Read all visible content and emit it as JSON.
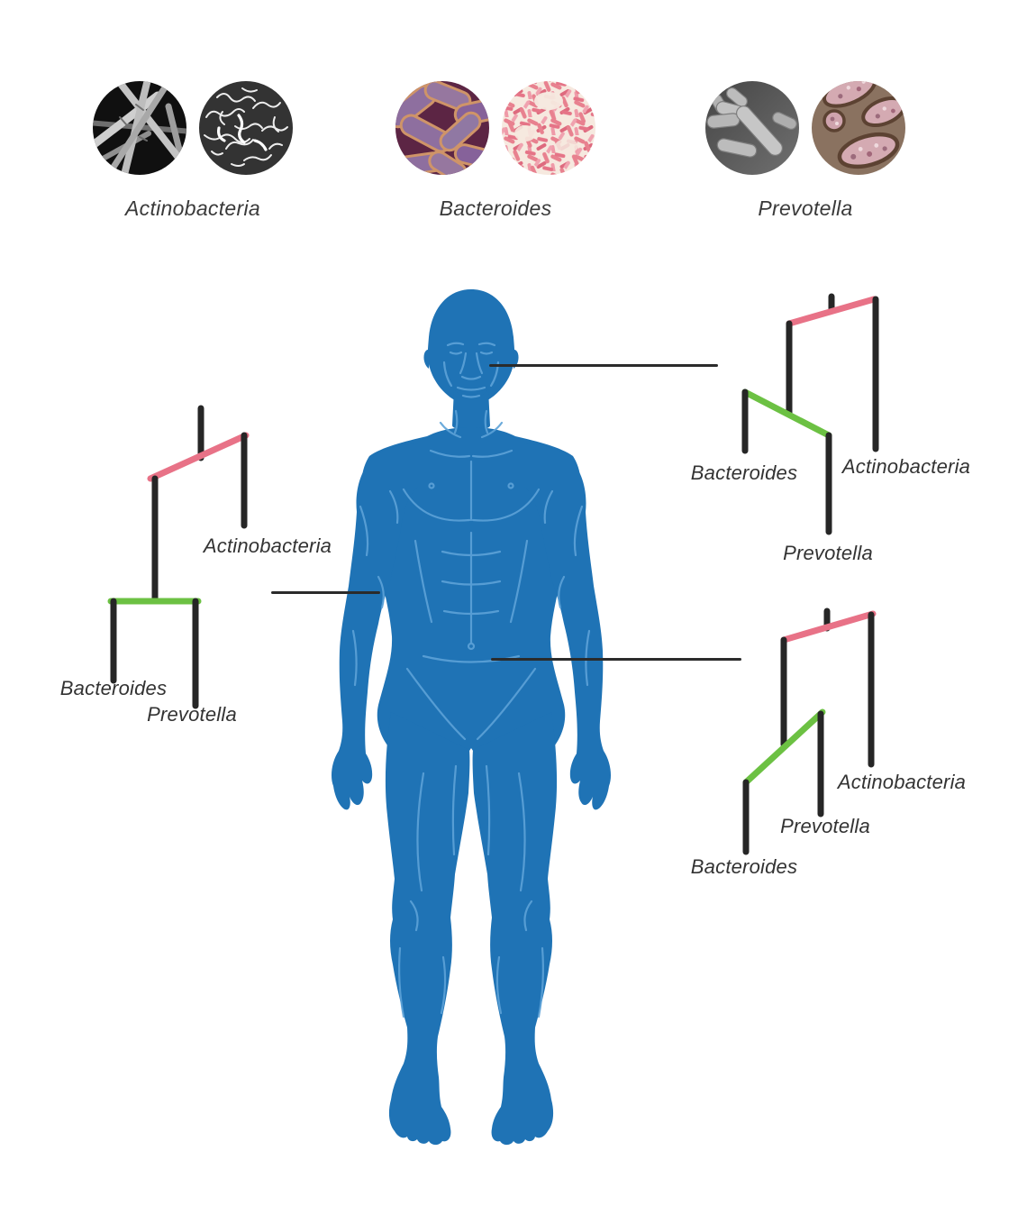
{
  "colors": {
    "background": "#ffffff",
    "body_blue": "#1f73b5",
    "body_detail": "#5da2d8",
    "branch_pink": "#e87287",
    "branch_green": "#6cc143",
    "line_black": "#262626",
    "label_text": "#3a3a3a"
  },
  "legend": {
    "groups": [
      {
        "label": "Actinobacteria",
        "image_left": "sem-filamentous-bacteria-photo",
        "image_right": "filament-network-micrograph-photo"
      },
      {
        "label": "Bacteroides",
        "image_left": "sem-purple-rod-bacteria-photo",
        "image_right": "pink-stained-micrograph-photo"
      },
      {
        "label": "Prevotella",
        "image_left": "sem-gray-rod-bacteria-photo",
        "image_right": "tem-cell-cross-section-photo"
      }
    ]
  },
  "trees": {
    "left": {
      "taxa": {
        "actinobacteria": "Actinobacteria",
        "bacteroides": "Bacteroides",
        "prevotella": "Prevotella"
      }
    },
    "top_right": {
      "taxa": {
        "actinobacteria": "Actinobacteria",
        "bacteroides": "Bacteroides",
        "prevotella": "Prevotella"
      }
    },
    "bottom_right": {
      "taxa": {
        "actinobacteria": "Actinobacteria",
        "bacteroides": "Bacteroides",
        "prevotella": "Prevotella"
      }
    }
  }
}
